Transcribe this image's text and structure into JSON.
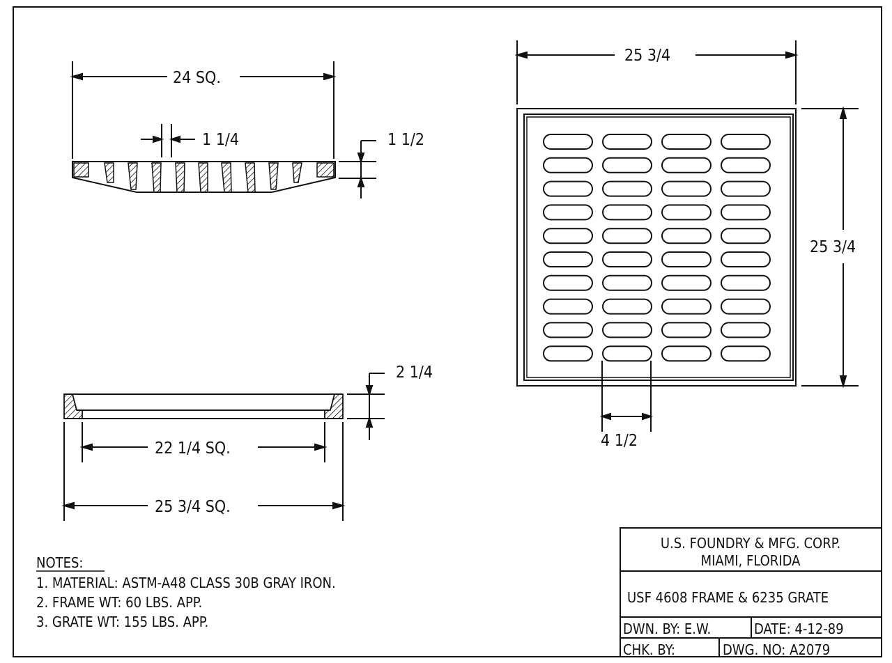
{
  "dimensions": {
    "grate_section_width": "24 SQ.",
    "grate_bar_width": "1 1/4",
    "grate_thickness": "1 1/2",
    "frame_height": "2 1/4",
    "frame_inner_width": "22 1/4 SQ.",
    "frame_outer_width": "25 3/4 SQ.",
    "plan_width": "25 3/4",
    "plan_height": "25 3/4",
    "slot_length": "4 1/2"
  },
  "notes": {
    "heading": "NOTES:",
    "items": [
      "1. MATERIAL: ASTM-A48 CLASS 30B GRAY IRON.",
      "2. FRAME WT: 60 LBS. APP.",
      "3. GRATE WT: 155 LBS. APP."
    ]
  },
  "title_block": {
    "company_line1": "U.S. FOUNDRY & MFG. CORP.",
    "company_line2": "MIAMI, FLORIDA",
    "product": "USF 4608 FRAME & 6235 GRATE",
    "drawn_by": "DWN. BY: E.W.",
    "date": "DATE: 4-12-89",
    "checked_by": "CHK. BY:",
    "drawing_no": "DWG. NO: A2079"
  }
}
